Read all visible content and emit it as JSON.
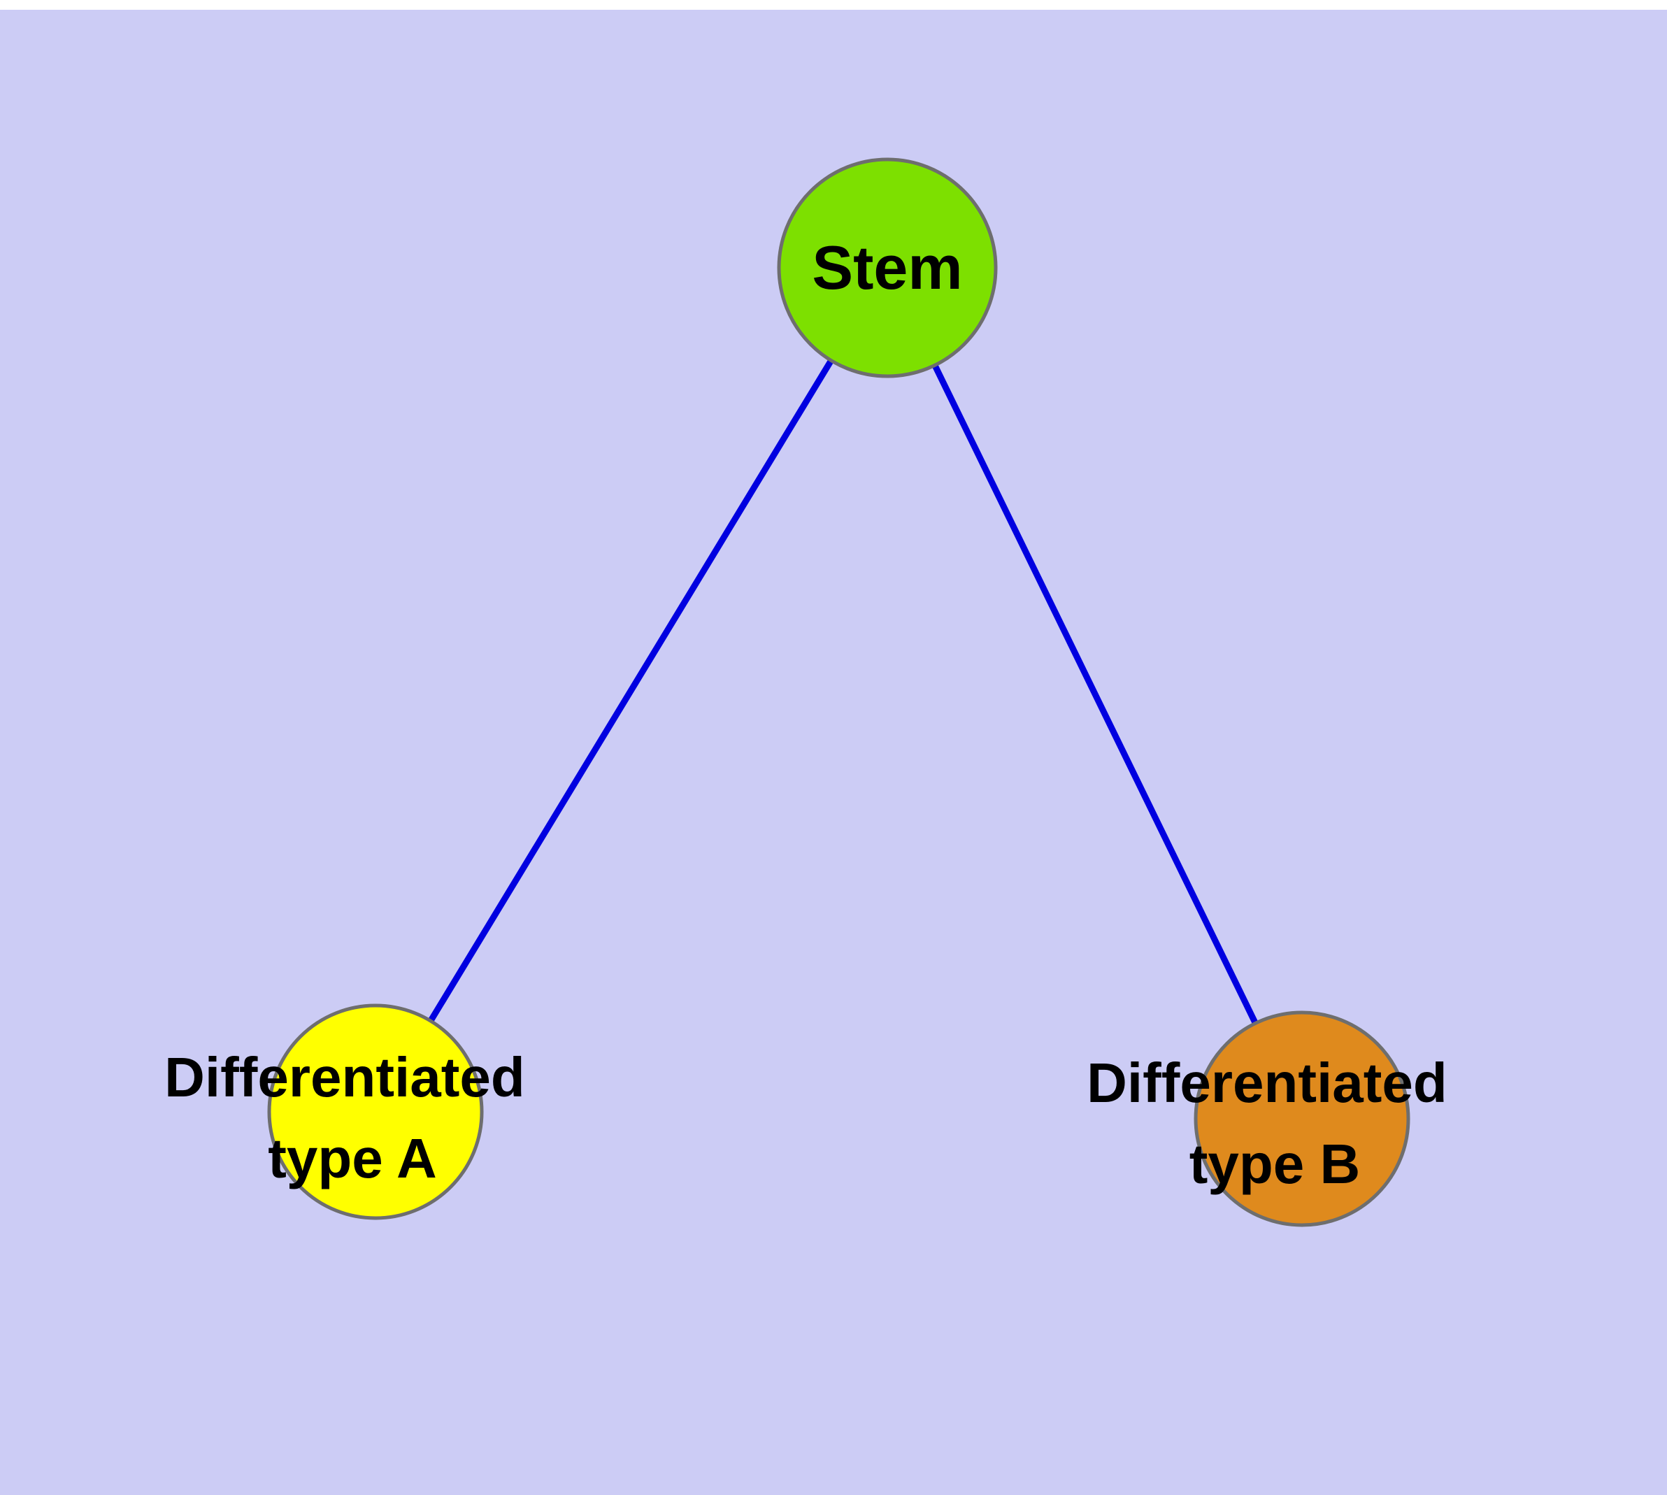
{
  "diagram": {
    "background_color": "#ccccf5",
    "edge_color": "#0000e0",
    "node_stroke_color": "#6e6e6e",
    "label_color": "#000000",
    "nodes": [
      {
        "id": "stem",
        "label": "Stem",
        "color": "#7de000"
      },
      {
        "id": "differentiated-type-a",
        "label": "Differentiated type A",
        "line1": "Differentiated",
        "line2": "type A",
        "color": "#ffff00"
      },
      {
        "id": "differentiated-type-b",
        "label": "Differentiated type B",
        "line1": "Differentiated",
        "line2": "type B",
        "color": "#df8a1d"
      }
    ],
    "edges": [
      {
        "from": "Stem",
        "to": "Differentiated type A"
      },
      {
        "from": "Stem",
        "to": "Differentiated type B"
      }
    ]
  }
}
